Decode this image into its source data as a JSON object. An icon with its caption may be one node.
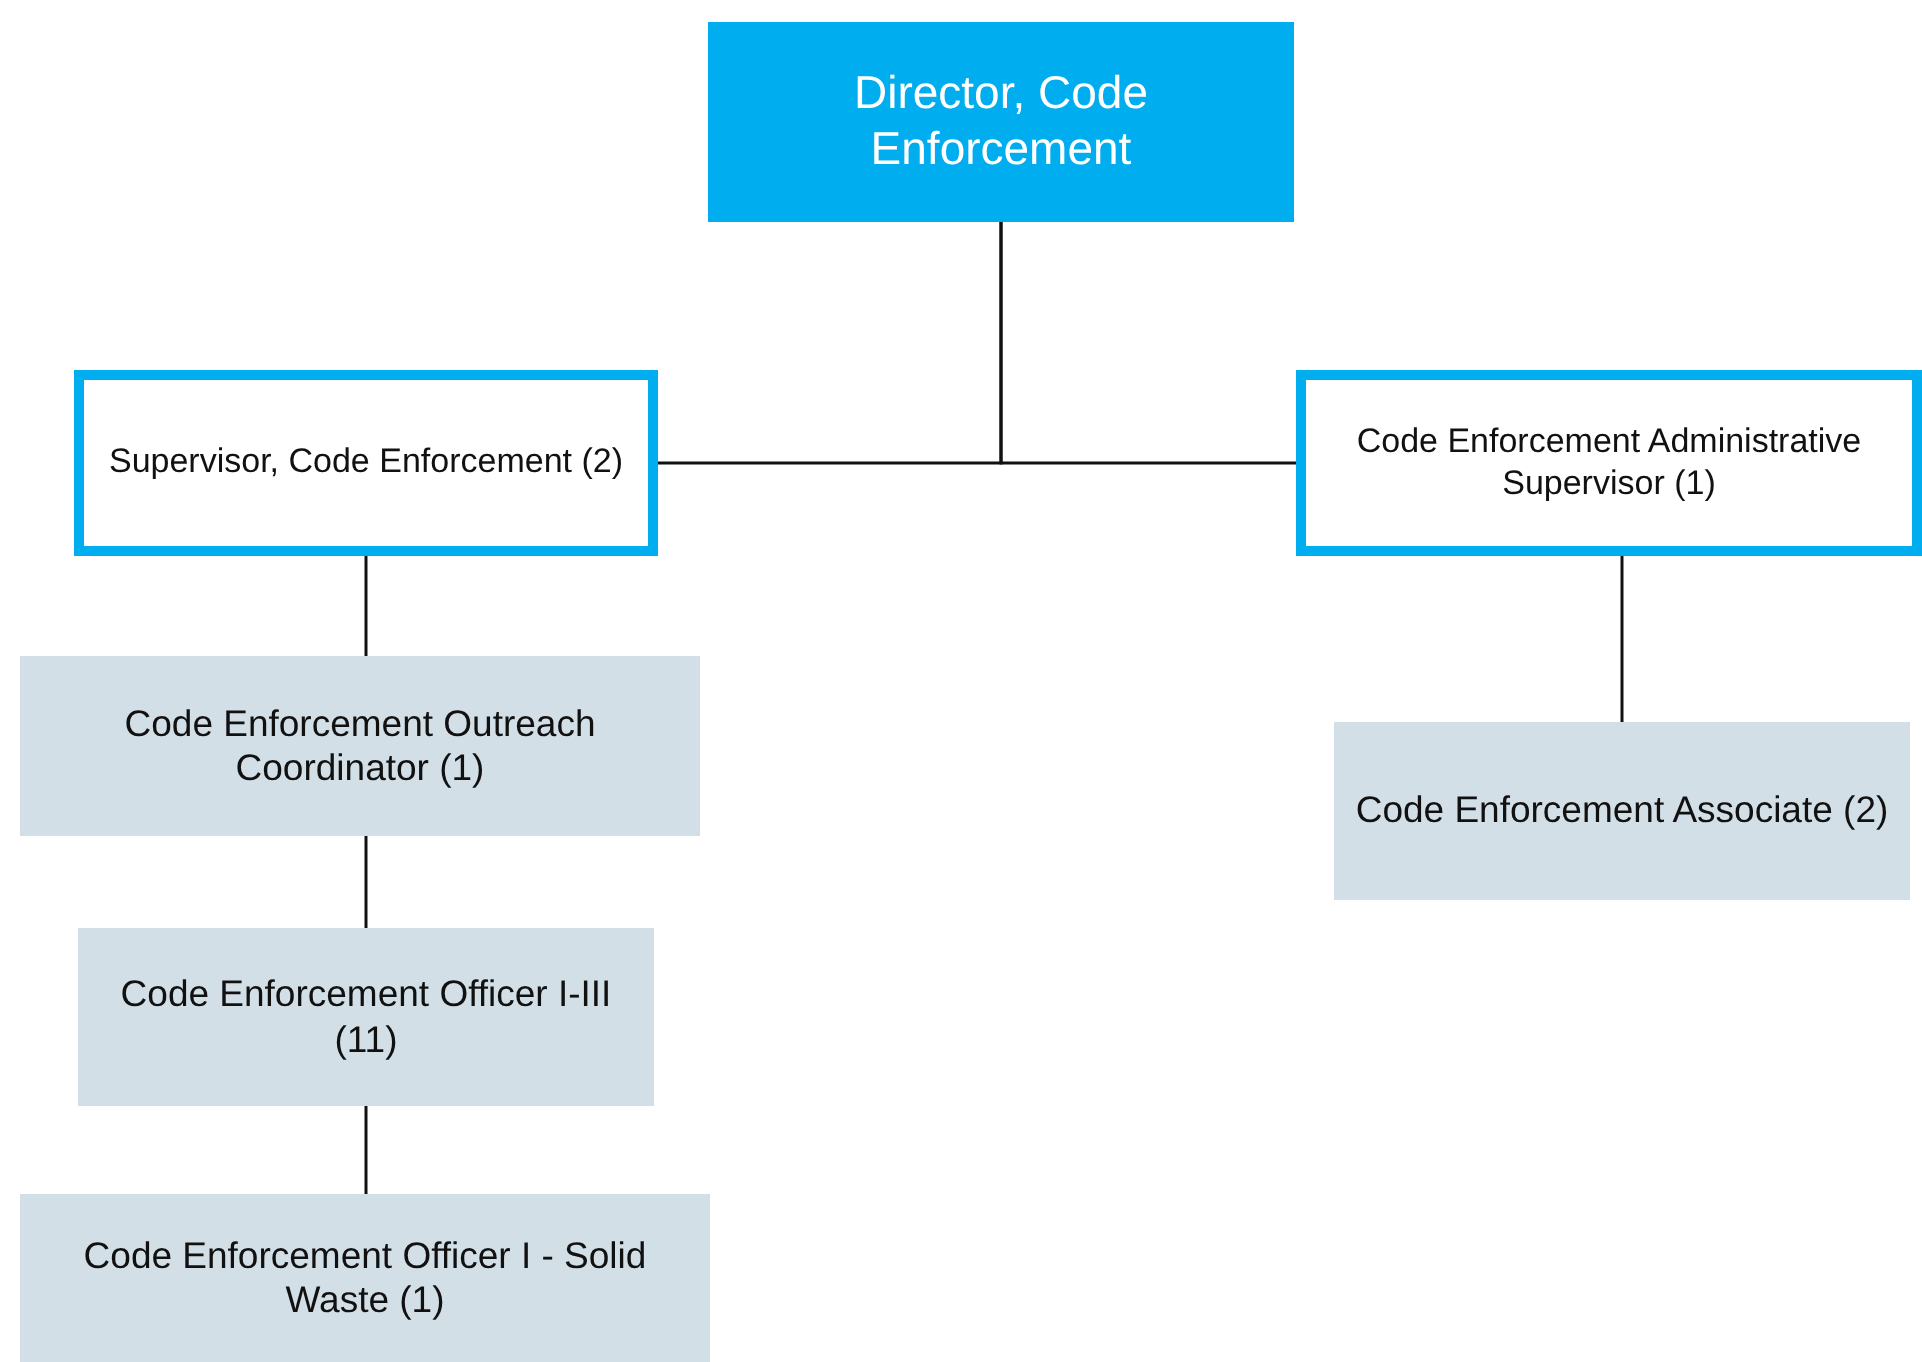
{
  "diagram": {
    "nodes": [
      {
        "text": [
          "Director, Code Enforcement"
        ]
      },
      {
        "text": [
          "Supervisor, Code Enforcement (2)"
        ]
      },
      {
        "text": [
          "Code Enforcement Administrative Supervisor (1)"
        ]
      },
      {
        "text": [
          "Code Enforcement Outreach Coordinator (1)"
        ]
      },
      {
        "text": [
          "Code Enforcement Officer I-III (11)"
        ]
      },
      {
        "text": [
          "Code Enforcement Officer I - Solid Waste (1)"
        ]
      },
      {
        "text": [
          "Code Enforcement Associate (2)"
        ]
      }
    ],
    "edges": [
      {
        "from": 0,
        "to": 1,
        "arrow": "none"
      },
      {
        "from": 0,
        "to": 2,
        "arrow": "none"
      },
      {
        "from": 1,
        "to": 3,
        "arrow": "none"
      },
      {
        "from": 3,
        "to": 4,
        "arrow": "none"
      },
      {
        "from": 4,
        "to": 5,
        "arrow": "none"
      },
      {
        "from": 2,
        "to": 6,
        "arrow": "none"
      }
    ]
  }
}
